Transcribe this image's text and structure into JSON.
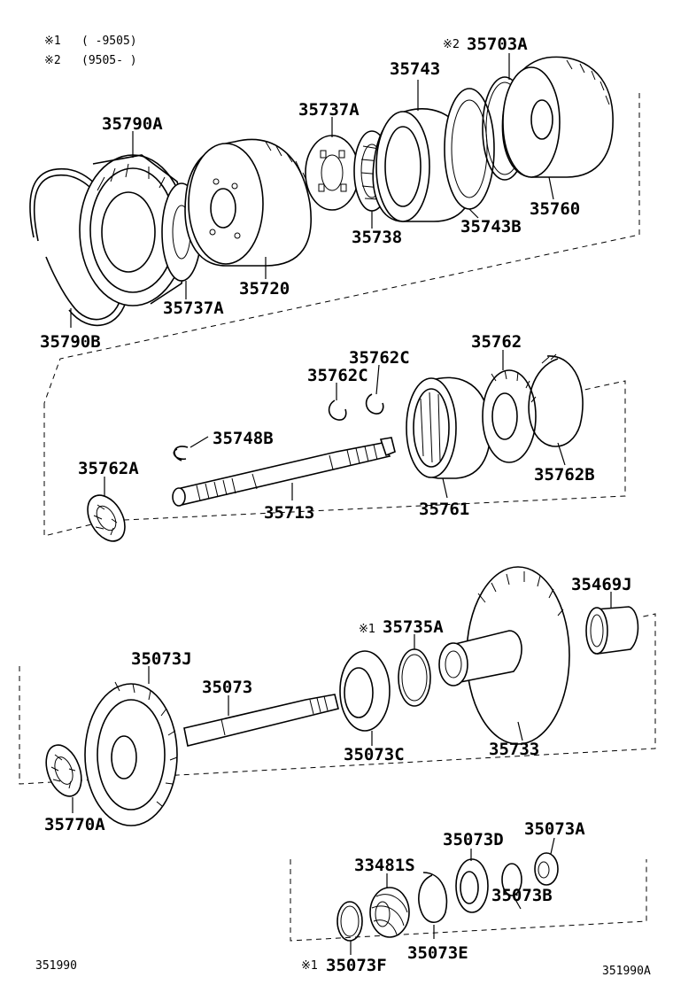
{
  "notes": {
    "note1": {
      "mark": "※1",
      "range": "(      -9505)"
    },
    "note2": {
      "mark": "※2",
      "range": "(9505-      )"
    }
  },
  "parts": {
    "p35703A": {
      "mark": "※2",
      "label": "35703A"
    },
    "p35743": "35743",
    "p35737A_top": "35737A",
    "p35790A": "35790A",
    "p35738": "35738",
    "p35743B": "35743B",
    "p35760": "35760",
    "p35720": "35720",
    "p35737A_low": "35737A",
    "p35790B": "35790B",
    "p35762": "35762",
    "p35762C_a": "35762C",
    "p35762C_b": "35762C",
    "p35748B": "35748B",
    "p35762A": "35762A",
    "p35762B": "35762B",
    "p35713": "35713",
    "p35761": "35761",
    "p35469J": "35469J",
    "p35735A": {
      "mark": "※1",
      "label": "35735A"
    },
    "p35073J": "35073J",
    "p35073": "35073",
    "p35073C": "35073C",
    "p35733": "35733",
    "p35770A": "35770A",
    "p35073D": "35073D",
    "p35073A": "35073A",
    "p33481S": "33481S",
    "p35073B": "35073B",
    "p35073E": "35073E",
    "p35073F": {
      "mark": "※1",
      "label": "35073F"
    }
  },
  "footer": {
    "left_code": "351990",
    "right_code": "351990A"
  }
}
